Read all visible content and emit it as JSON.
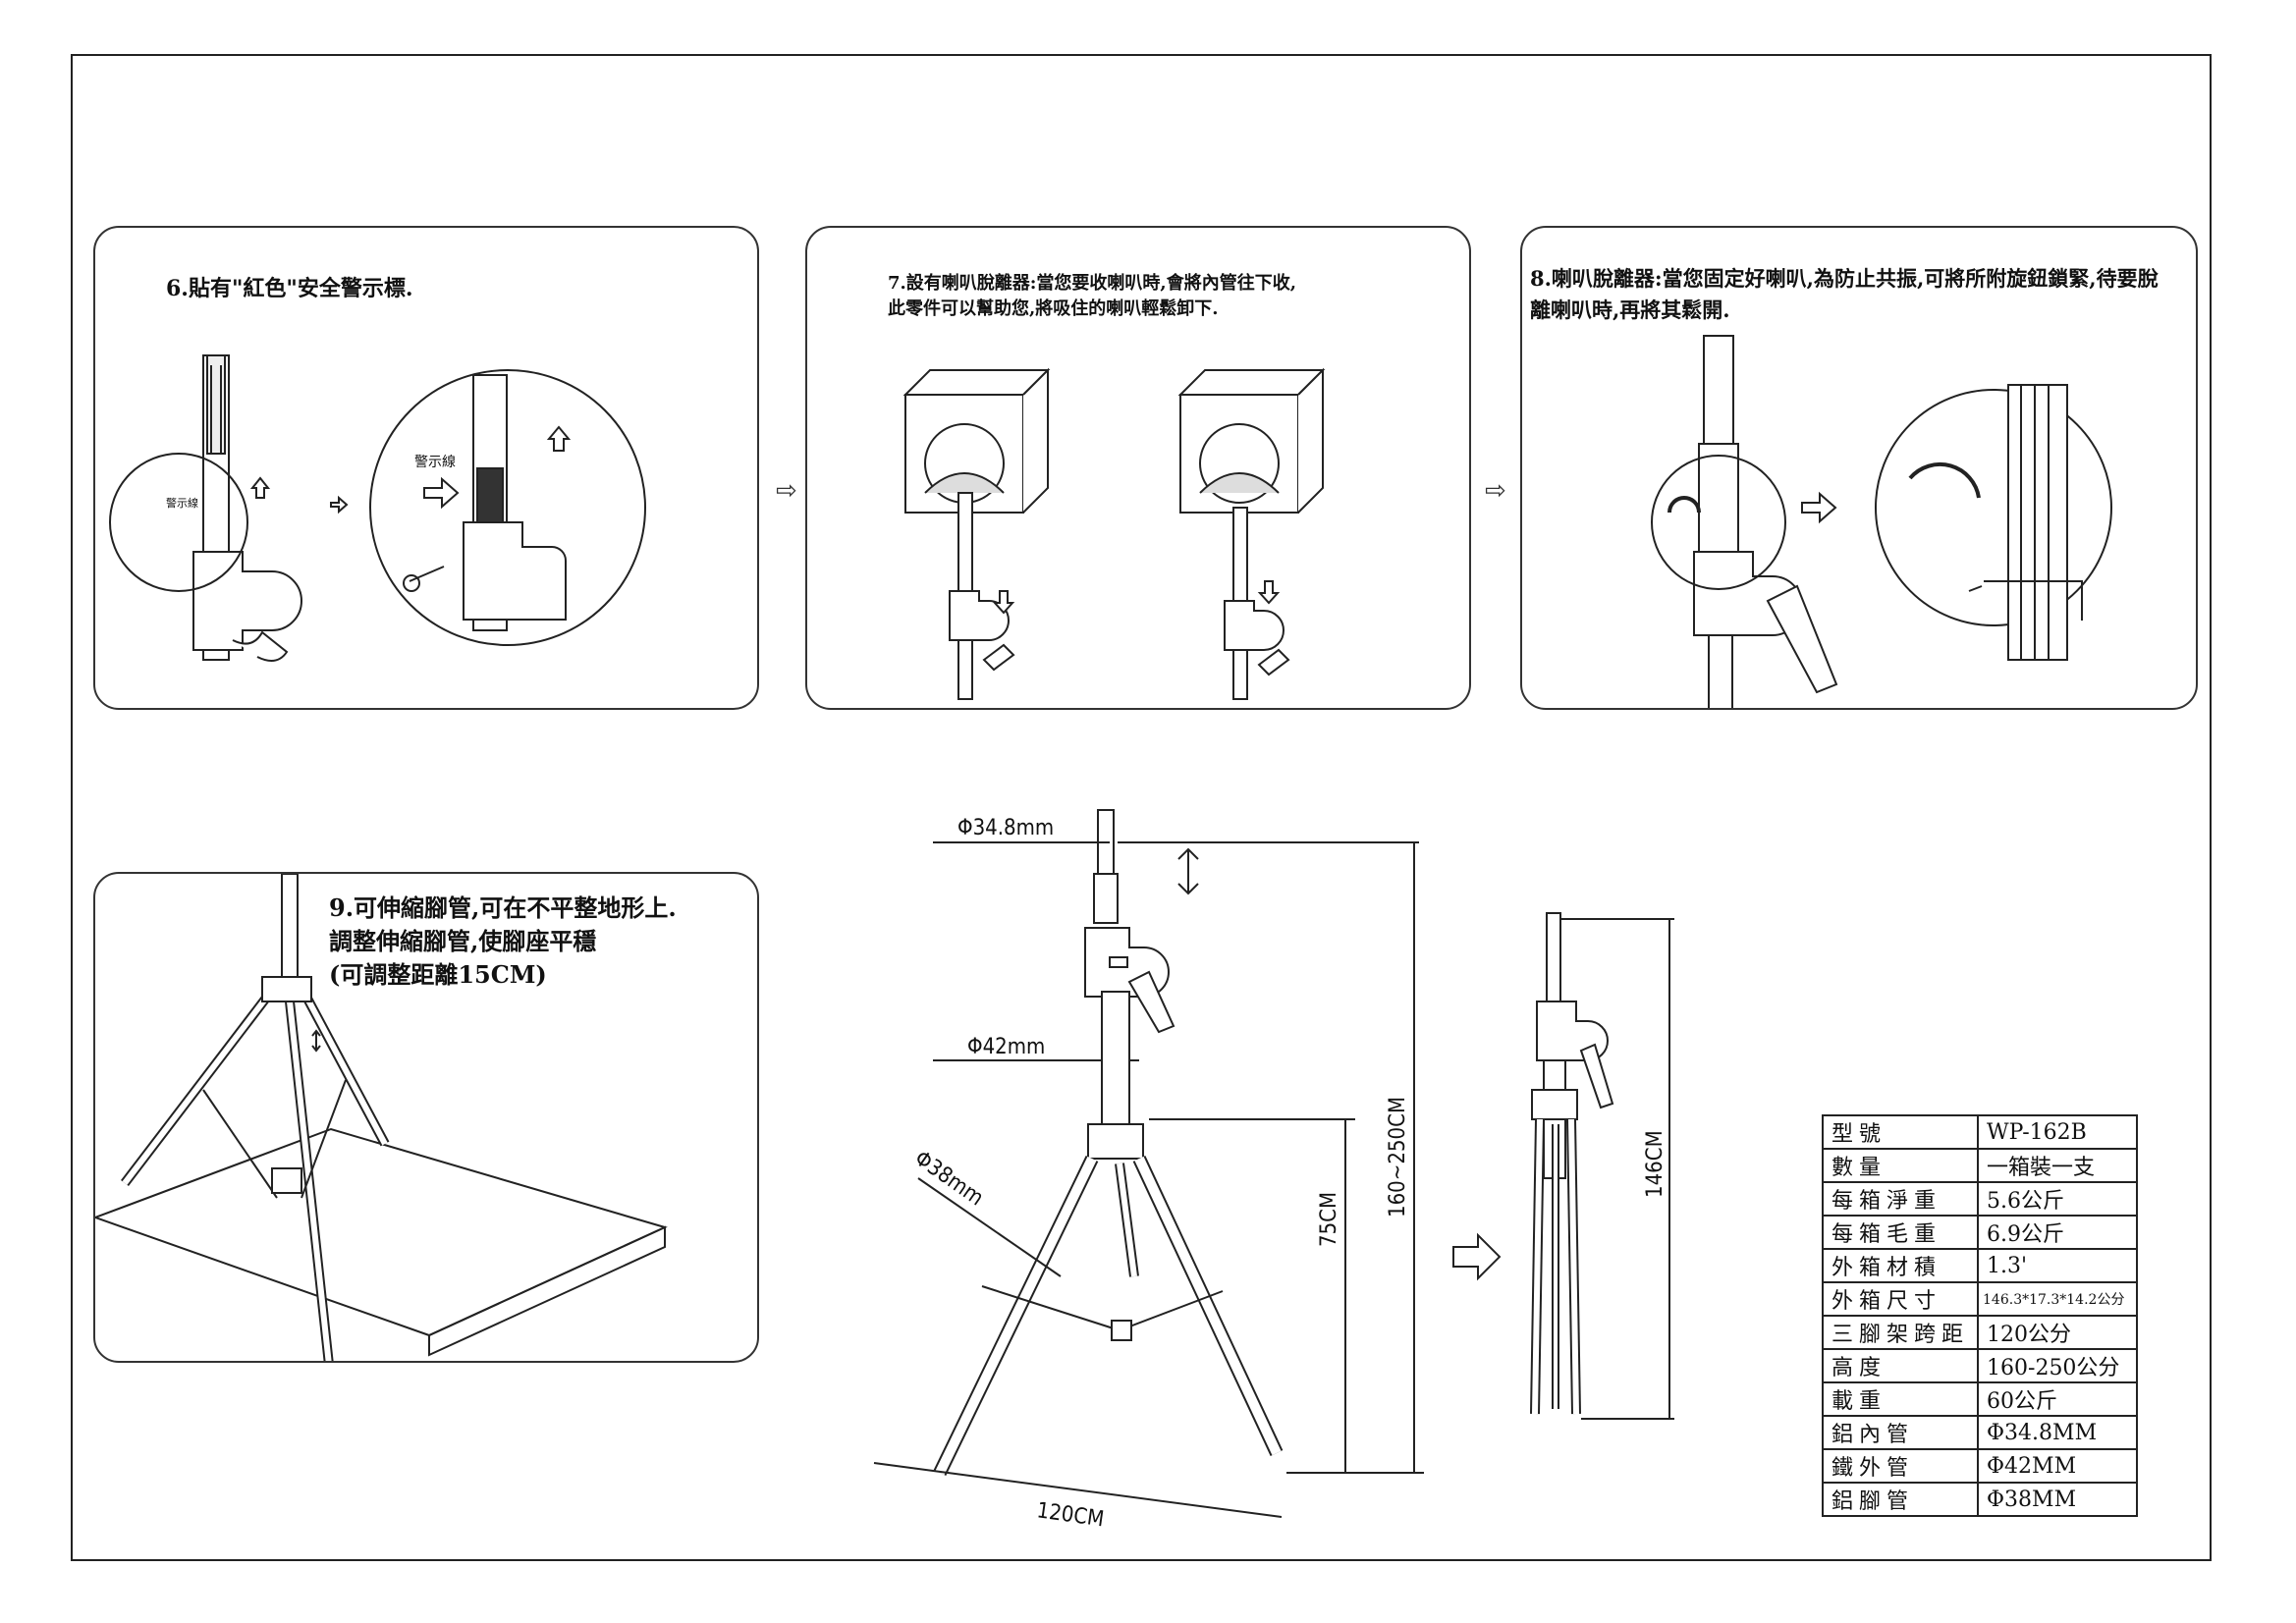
{
  "panels": {
    "p6": {
      "caption": "6.貼有\"紅色\"安全警示標.",
      "label_small": "警示線",
      "label_large": "警示線"
    },
    "p7": {
      "caption": "7.設有喇叭脫離器:當您要收喇叭時,會將內管往下收,\n此零件可以幫助您,將吸住的喇叭輕鬆卸下."
    },
    "p8": {
      "caption": "8.喇叭脫離器:當您固定好喇叭,為防止共振,可將所附旋鈕鎖緊,待要脫\n離喇叭時,再將其鬆開."
    },
    "p9": {
      "caption": "9.可伸縮腳管,可在不平整地形上.\n調整伸縮腳管,使腳座平穩\n(可調整距離15CM)"
    }
  },
  "icons": [
    "right-arrow-icon",
    "up-arrow-icon",
    "down-arrow-icon",
    "rotate-arrow-icon",
    "updown-arrow-icon"
  ],
  "dimensions": {
    "inner_tube": "Φ34.8mm",
    "outer_tube": "Φ42mm",
    "leg_tube": "Φ38mm",
    "span": "120CM",
    "leg_height": "75CM",
    "height_range": "160~250CM",
    "folded_height": "146CM"
  },
  "spec_table": {
    "rows": [
      {
        "key": "型號",
        "value": "WP-162B"
      },
      {
        "key": "數量",
        "value": "一箱裝一支"
      },
      {
        "key": "每箱淨重",
        "value": "5.6公斤"
      },
      {
        "key": "每箱毛重",
        "value": "6.9公斤"
      },
      {
        "key": "外箱材積",
        "value": "1.3'"
      },
      {
        "key": "外箱尺寸",
        "value": "146.3*17.3*14.2公分"
      },
      {
        "key": "三腳架跨距",
        "value": "120公分"
      },
      {
        "key": "高度",
        "value": "160-250公分"
      },
      {
        "key": "載重",
        "value": "60公斤"
      },
      {
        "key": "鋁內管",
        "value": "Φ34.8MM"
      },
      {
        "key": "鐵外管",
        "value": "Φ42MM"
      },
      {
        "key": "鋁腳管",
        "value": "Φ38MM"
      }
    ]
  },
  "colors": {
    "line": "#222222",
    "background": "#ffffff"
  }
}
